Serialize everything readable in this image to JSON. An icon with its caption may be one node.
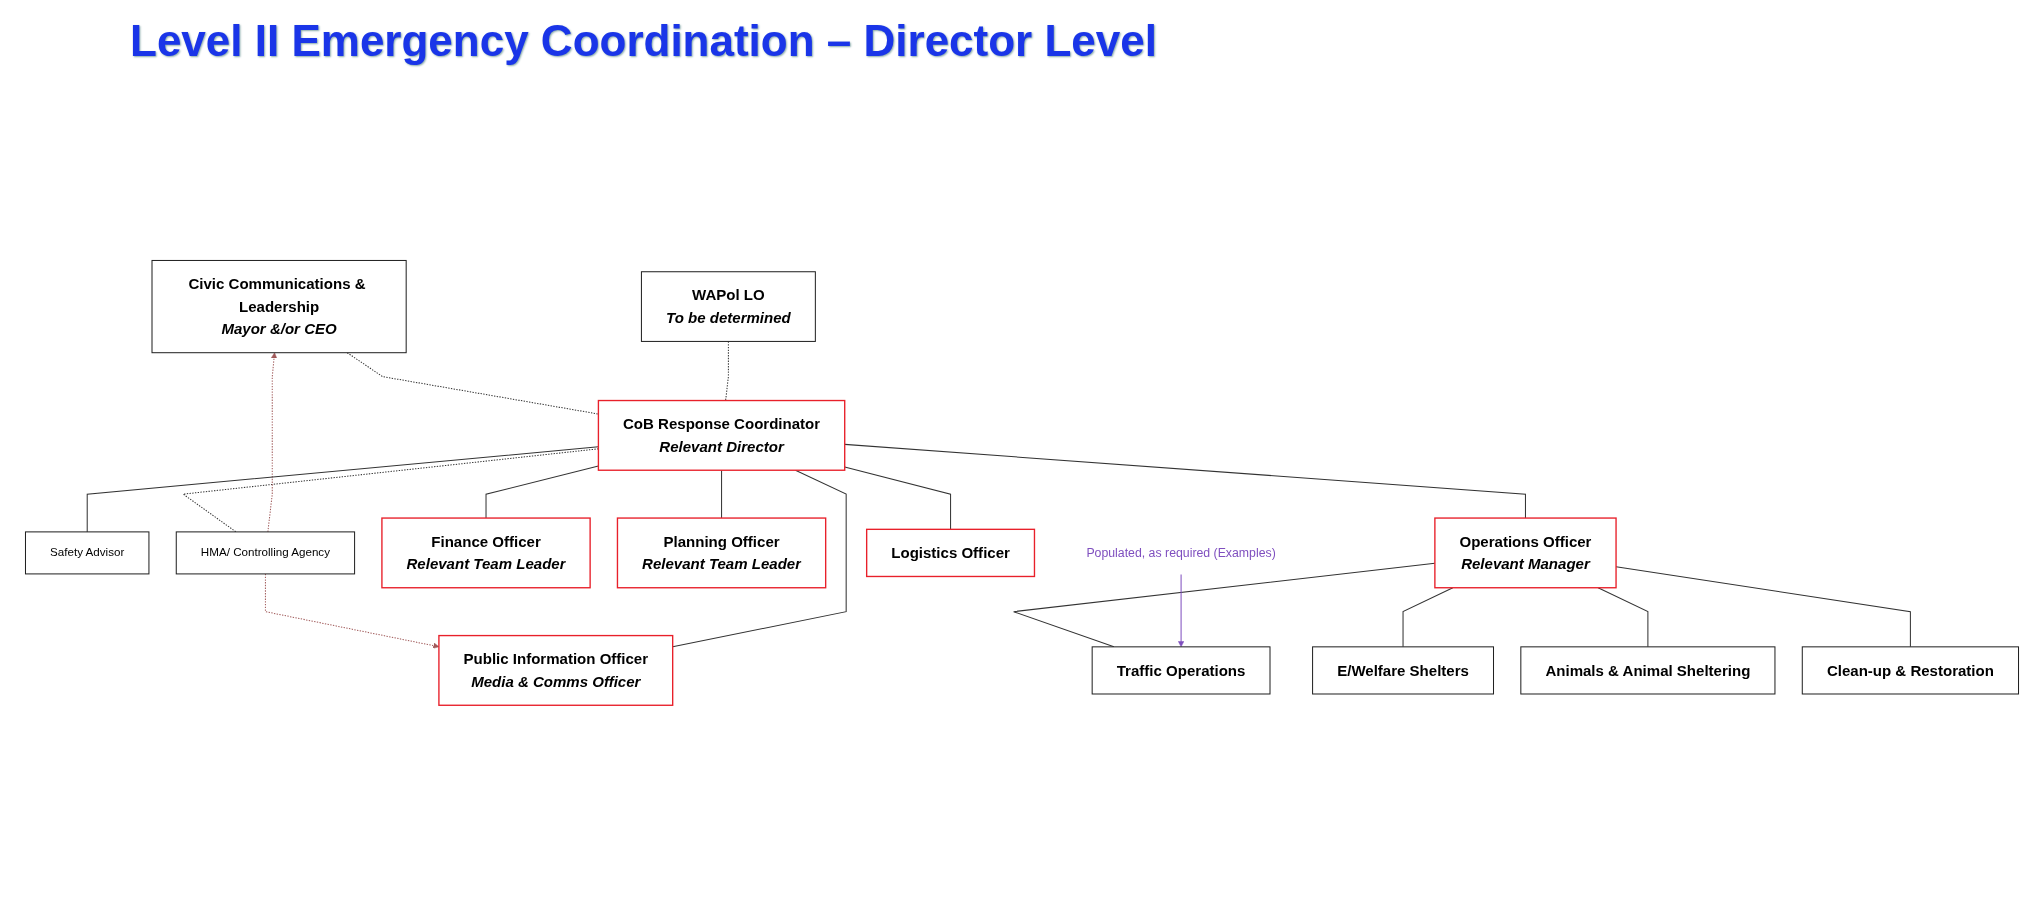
{
  "diagram": {
    "title": "Level II Emergency Coordination – Director Level",
    "nodes": [
      {
        "text": [
          "Civic Communications & Leadership",
          "Mayor &/or CEO"
        ]
      },
      {
        "text": [
          "CoB Response Coordinator",
          "Relevant Director"
        ]
      },
      {
        "text": [
          "WAPol LO",
          "To be determined"
        ]
      },
      {
        "text": [
          "Safety Advisor"
        ]
      },
      {
        "text": [
          "HMA/ Controlling Agency"
        ]
      },
      {
        "text": [
          "Finance Officer",
          "Relevant Team Leader"
        ]
      },
      {
        "text": [
          "Planning Officer",
          "Relevant Team Leader"
        ]
      },
      {
        "text": [
          "Operations Officer",
          "Relevant Manager"
        ]
      },
      {
        "text": [
          "Logistics Officer"
        ]
      },
      {
        "text": [
          "Public Information Officer",
          "Media & Comms Officer"
        ]
      },
      {
        "text": [
          "Populated, as required (Examples)"
        ]
      },
      {
        "text": [
          "Traffic Operations"
        ]
      },
      {
        "text": [
          "E/Welfare Shelters"
        ]
      },
      {
        "text": [
          "Animals & Animal Sheltering"
        ]
      },
      {
        "text": [
          "Clean-up & Restoration"
        ]
      }
    ],
    "edges": [
      {
        "from": 1,
        "to": 0,
        "arrow": "none",
        "style": "dashed"
      },
      {
        "from": 2,
        "to": 1,
        "arrow": "none",
        "style": "dashed"
      },
      {
        "from": 1,
        "to": 4,
        "arrow": "none",
        "style": "dashed"
      },
      {
        "from": 4,
        "to": 0,
        "arrow": "to",
        "style": "dashed",
        "color": "#a05a5a"
      },
      {
        "from": 4,
        "to": 9,
        "arrow": "to",
        "style": "dashed",
        "color": "#a05a5a"
      },
      {
        "from": 1,
        "to": 3,
        "arrow": "none"
      },
      {
        "from": 1,
        "to": 5,
        "arrow": "none"
      },
      {
        "from": 1,
        "to": 6,
        "arrow": "none"
      },
      {
        "from": 1,
        "to": 7,
        "arrow": "none"
      },
      {
        "from": 1,
        "to": 8,
        "arrow": "none"
      },
      {
        "from": 1,
        "to": 9,
        "arrow": "none"
      },
      {
        "from": 7,
        "to": 11,
        "arrow": "none"
      },
      {
        "from": 7,
        "to": 12,
        "arrow": "none"
      },
      {
        "from": 7,
        "to": 13,
        "arrow": "none"
      },
      {
        "from": 7,
        "to": 14,
        "arrow": "none"
      },
      {
        "from": 10,
        "to": 11,
        "arrow": "to",
        "color": "#7f4fbf"
      }
    ]
  }
}
